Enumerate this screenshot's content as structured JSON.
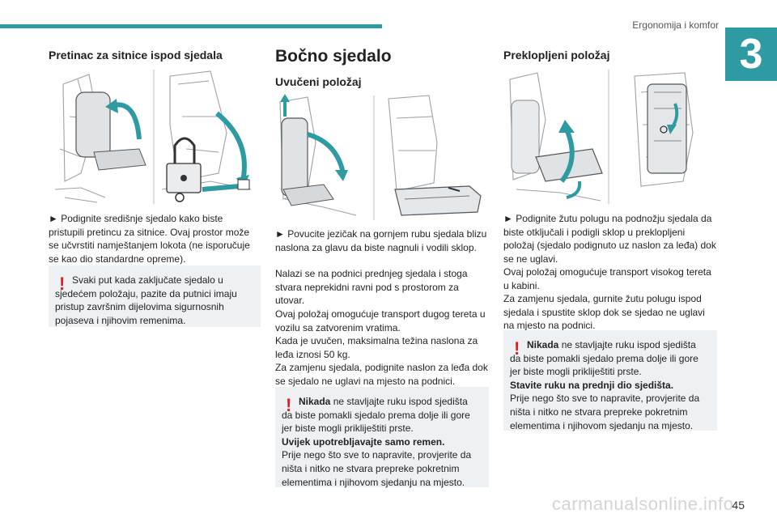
{
  "header": {
    "section": "Ergonomija i komfor",
    "chapter": "3"
  },
  "col1": {
    "title": "Pretinac za sitnice ispod sjedala",
    "body": "► Podignite središnje sjedalo kako biste pristupili pretincu za sitnice. Ovaj prostor može se učvrstiti namještanjem lokota (ne isporučuje se kao dio standardne opreme).",
    "warning_first": "Svaki put kada zaključate sjedalo u",
    "warning_rest": "sjedećem položaju, pazite da putnici imaju pristup završnim dijelovima sigurnosnih pojaseva i njihovim remenima."
  },
  "col2": {
    "title": "Bočno sjedalo",
    "subtitle": "Uvučeni položaj",
    "body": [
      "► Povucite jezičak na gornjem rubu sjedala blizu naslona za glavu da biste nagnuli i vodili sklop.",
      "Nalazi se na podnici prednjeg sjedala i stoga stvara neprekidni ravni pod s prostorom za utovar.",
      "Ovaj položaj omogućuje transport dugog tereta u vozilu sa zatvorenim vratima.",
      "Kada je uvučen, maksimalna težina naslona za leđa iznosi 50 kg.",
      "Za zamjenu sjedala, podignite naslon za leđa dok se sjedalo ne uglavi na mjesto na podnici."
    ],
    "warning_bold1": "Nikada",
    "warning_first": " ne stavljajte ruku ispod sjedišta",
    "warning_line2": "da biste pomakli sjedalo prema dolje ili gore jer biste mogli prikliještiti prste.",
    "warning_bold2": "Uvijek upotrebljavajte samo remen.",
    "warning_rest": "Prije nego što sve to napravite, provjerite da ništa i nitko ne stvara prepreke pokretnim elementima i njihovom sjedanju na mjesto."
  },
  "col3": {
    "title": "Preklopljeni položaj",
    "body": [
      "► Podignite žutu polugu na podnožju sjedala da biste otključali i podigli sklop u preklopljeni položaj (sjedalo podignuto uz naslon za leđa) dok se ne uglavi.",
      "Ovaj položaj omogućuje transport visokog tereta u kabini.",
      "Za zamjenu sjedala, gurnite žutu polugu ispod sjedala i spustite sklop dok se sjedao ne uglavi na mjesto na podnici."
    ],
    "warning_bold1": "Nikada",
    "warning_first": " ne stavljajte ruku ispod sjedišta",
    "warning_line2": "da biste pomakli sjedalo prema dolje ili gore jer biste mogli prikliještiti prste.",
    "warning_bold2": "Stavite ruku na prednji dio sjedišta.",
    "warning_rest": "Prije nego što sve to napravite, provjerite da ništa i nitko ne stvara prepreke pokretnim elementima i njihovom sjedanju na mjesto."
  },
  "footer": {
    "page": "45",
    "watermark": "carmanualsonline.info"
  },
  "colors": {
    "accent": "#2e9ba3",
    "warning": "#e02020",
    "warning_bg": "#eef1f3"
  }
}
